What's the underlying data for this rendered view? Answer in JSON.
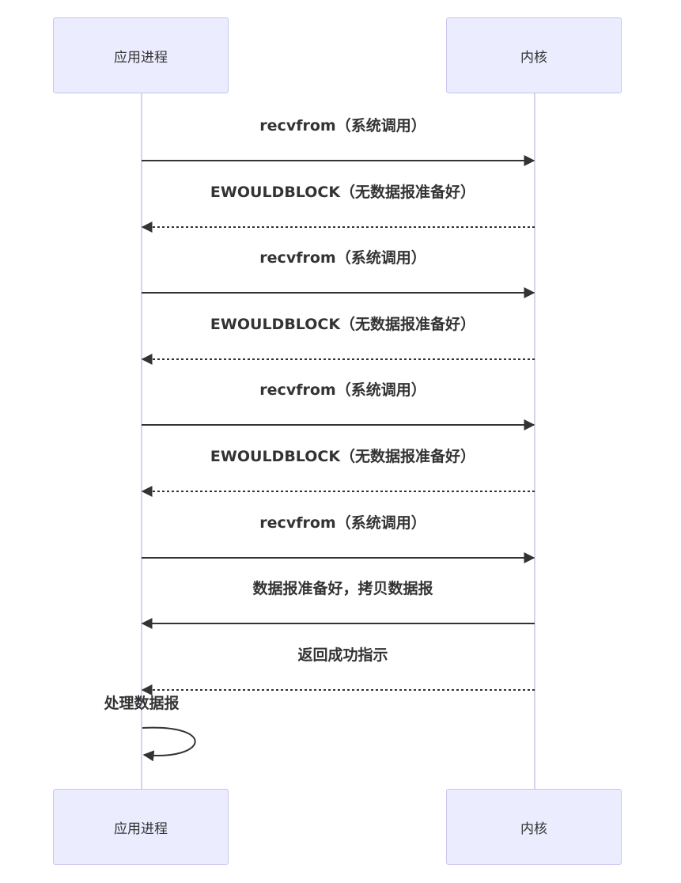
{
  "participants": {
    "app": "应用进程",
    "kernel": "内核"
  },
  "messages": [
    {
      "text": "recvfrom（系统调用）",
      "from": "app",
      "to": "kernel",
      "style": "solid"
    },
    {
      "text": "EWOULDBLOCK（无数据报准备好）",
      "from": "kernel",
      "to": "app",
      "style": "dashed"
    },
    {
      "text": "recvfrom（系统调用）",
      "from": "app",
      "to": "kernel",
      "style": "solid"
    },
    {
      "text": "EWOULDBLOCK（无数据报准备好）",
      "from": "kernel",
      "to": "app",
      "style": "dashed"
    },
    {
      "text": "recvfrom（系统调用）",
      "from": "app",
      "to": "kernel",
      "style": "solid"
    },
    {
      "text": "EWOULDBLOCK（无数据报准备好）",
      "from": "kernel",
      "to": "app",
      "style": "dashed"
    },
    {
      "text": "recvfrom（系统调用）",
      "from": "app",
      "to": "kernel",
      "style": "solid"
    },
    {
      "text": "数据报准备好，拷贝数据报",
      "from": "kernel",
      "to": "app",
      "style": "solid"
    },
    {
      "text": "返回成功指示",
      "from": "kernel",
      "to": "app",
      "style": "dashed"
    },
    {
      "text": "处理数据报",
      "from": "app",
      "to": "app",
      "style": "solid"
    }
  ],
  "colors": {
    "actor_fill": "#ececff",
    "actor_border": "#c8c5ef",
    "lifeline": "#d6d3ee",
    "arrow": "#333333"
  }
}
